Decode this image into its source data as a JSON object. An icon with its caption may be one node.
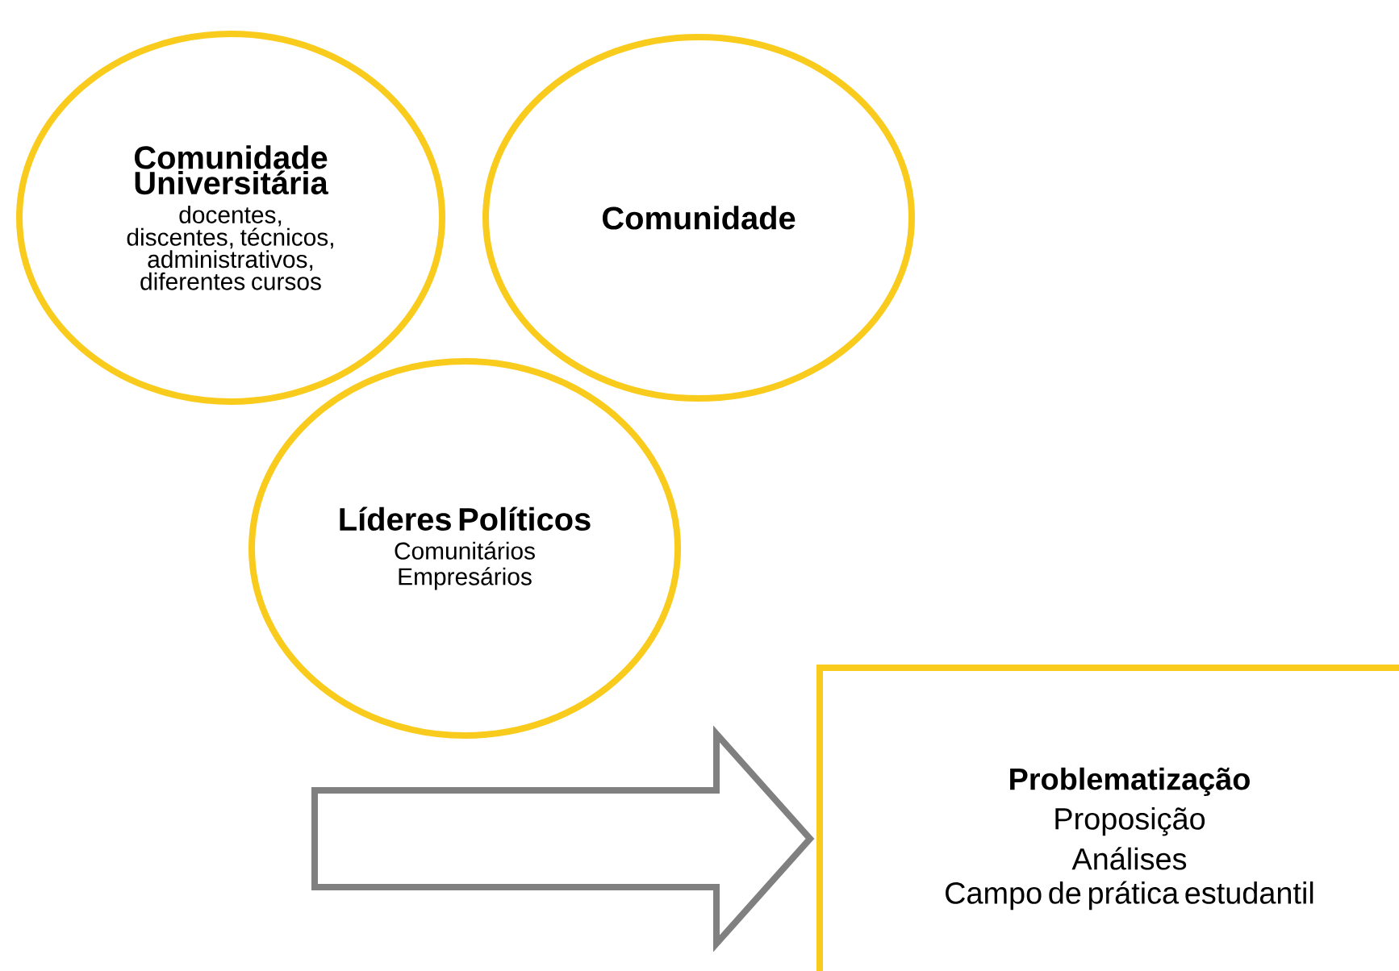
{
  "diagram": {
    "nodes": [
      {
        "text": [
          "Comunidade Universitária",
          "docentes, discentes, técnicos, administrativos, diferentes cursos"
        ]
      },
      {
        "text": [
          "Comunidade"
        ]
      },
      {
        "text": [
          "Líderes Políticos",
          "Comunitários",
          "Empresários"
        ]
      },
      {
        "text": [
          "Problematização",
          "Proposição",
          "Análises",
          "Campo de prática estudantil"
        ]
      }
    ],
    "edges": [
      {
        "from": null,
        "to": 3,
        "arrow": "to",
        "color": "#808080",
        "style": "thick"
      }
    ]
  }
}
